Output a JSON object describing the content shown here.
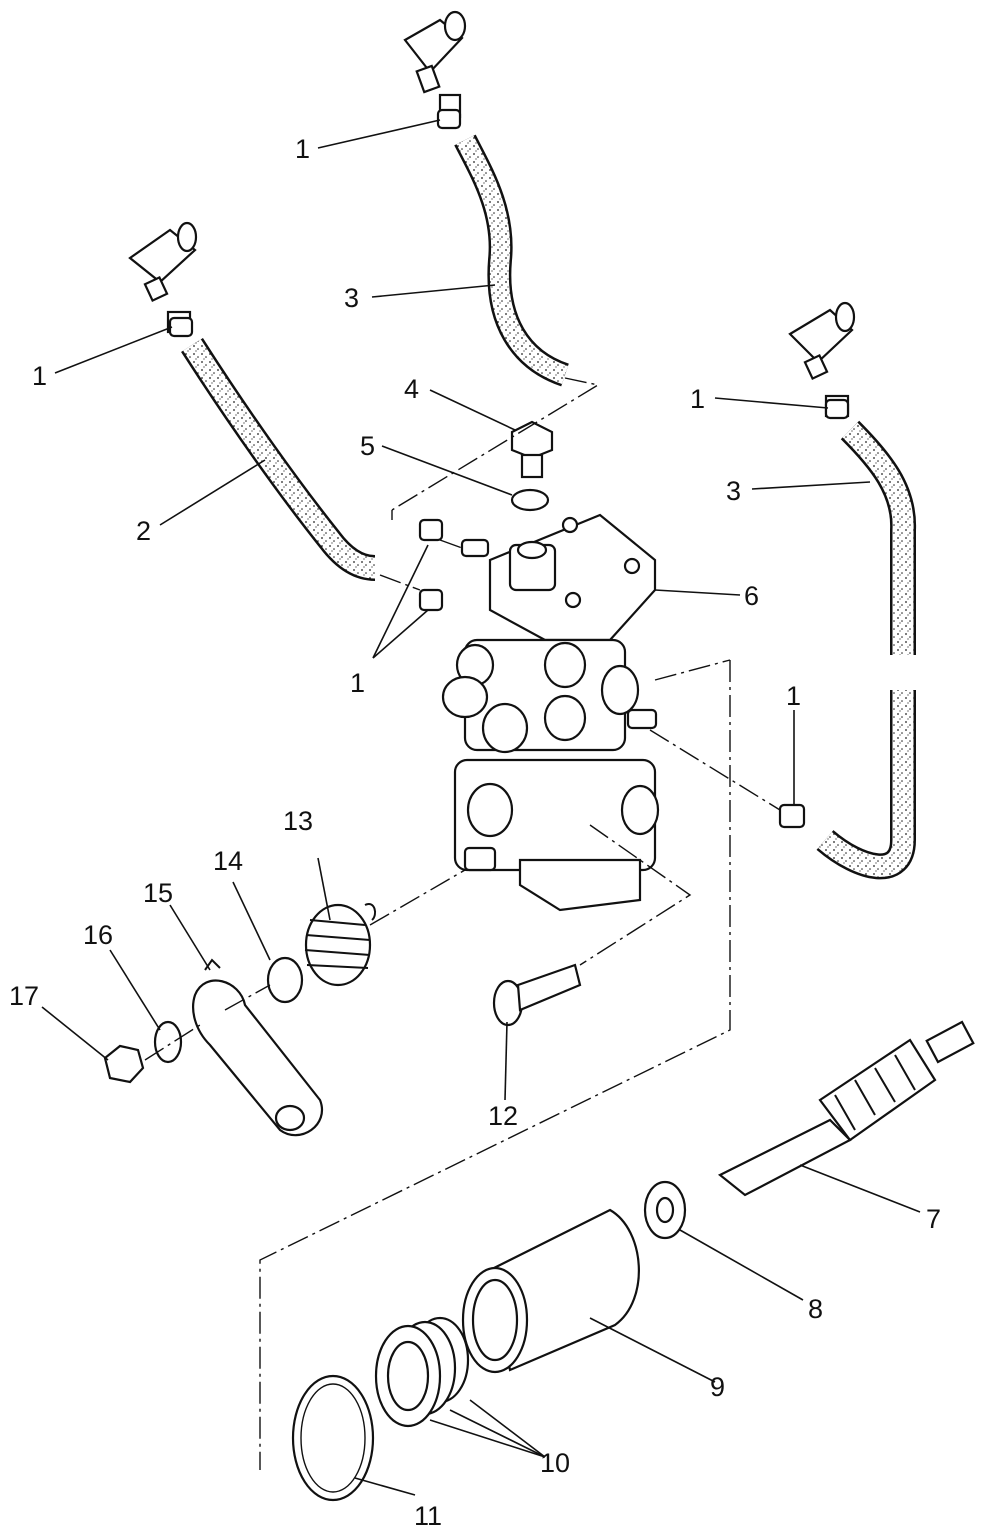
{
  "diagram": {
    "callouts": [
      {
        "id": "c1a",
        "text": "1"
      },
      {
        "id": "c1b",
        "text": "1"
      },
      {
        "id": "c1c",
        "text": "1"
      },
      {
        "id": "c1d",
        "text": "1"
      },
      {
        "id": "c1e",
        "text": "1"
      },
      {
        "id": "c2",
        "text": "2"
      },
      {
        "id": "c3a",
        "text": "3"
      },
      {
        "id": "c3b",
        "text": "3"
      },
      {
        "id": "c4",
        "text": "4"
      },
      {
        "id": "c5",
        "text": "5"
      },
      {
        "id": "c6",
        "text": "6"
      },
      {
        "id": "c7",
        "text": "7"
      },
      {
        "id": "c8",
        "text": "8"
      },
      {
        "id": "c9",
        "text": "9"
      },
      {
        "id": "c10",
        "text": "10"
      },
      {
        "id": "c11",
        "text": "11"
      },
      {
        "id": "c12",
        "text": "12"
      },
      {
        "id": "c13",
        "text": "13"
      },
      {
        "id": "c14",
        "text": "14"
      },
      {
        "id": "c15",
        "text": "15"
      },
      {
        "id": "c16",
        "text": "16"
      },
      {
        "id": "c17",
        "text": "17"
      }
    ]
  }
}
